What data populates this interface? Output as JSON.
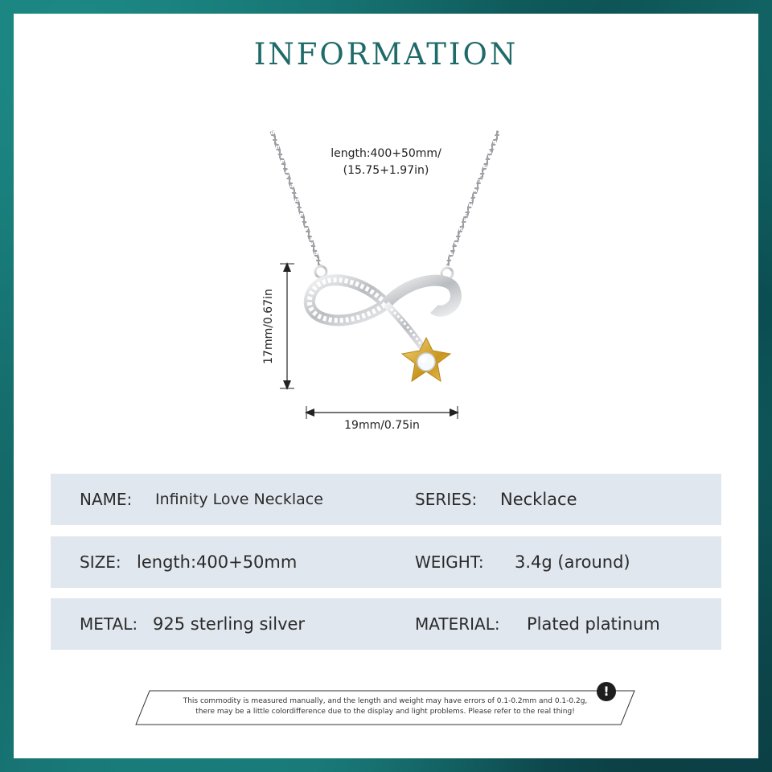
{
  "header": {
    "title": "INFORMATION"
  },
  "dimensions": {
    "length_line1": "length:400+50mm/",
    "length_line2": "(15.75+1.97in)",
    "height": "17mm/0.67in",
    "width": "19mm/0.75in"
  },
  "specs": {
    "name_key": "NAME:",
    "name_value": "Infinity Love Necklace",
    "series_key": "SERIES:",
    "series_value": "Necklace",
    "size_key": "SIZE:",
    "size_value": "length:400+50mm",
    "weight_key": "WEIGHT:",
    "weight_value": "3.4g (around)",
    "metal_key": "METAL:",
    "metal_value": "925 sterling silver",
    "material_key": "MATERIAL:",
    "material_value": "Plated platinum"
  },
  "notice": {
    "line1": "This commodity is measured manually, and the length and weight may have errors of 0.1-0.2mm and 0.1-0.2g,",
    "line2": "there may be a little colordifference due to the display and light problems. Please refer to the real thing!",
    "icon": "exclamation-icon"
  },
  "colors": {
    "title": "#1f6b6a",
    "row_bg": "#e1e7ee",
    "frame": "#0f5b5d",
    "gold": "#d4a62a"
  }
}
